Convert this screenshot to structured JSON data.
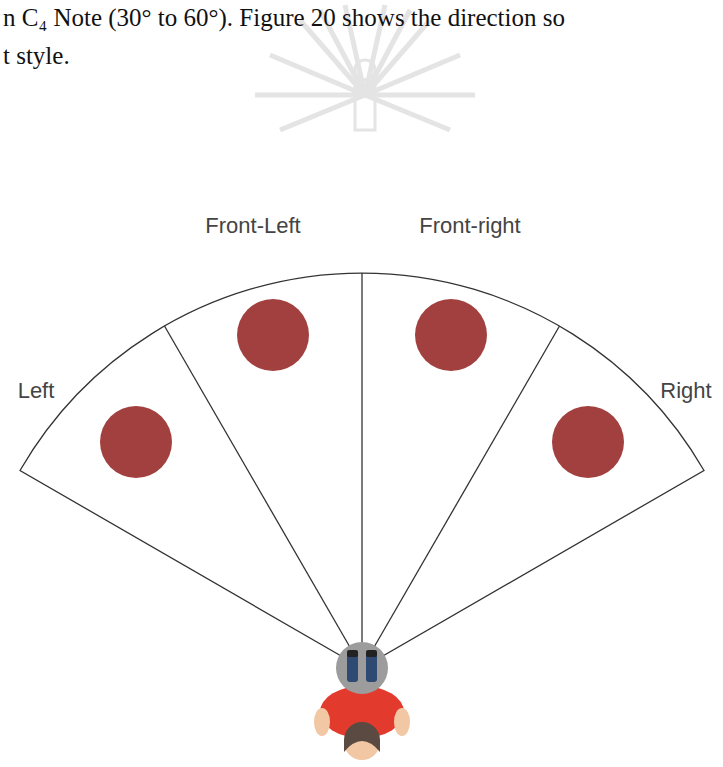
{
  "diagram": {
    "labels": [
      "n C₄ Note (30° to 60°). Figure 20 shows the direction so",
      "t style.",
      "Left",
      "Front-Left",
      "Front-right",
      "Right"
    ]
  }
}
